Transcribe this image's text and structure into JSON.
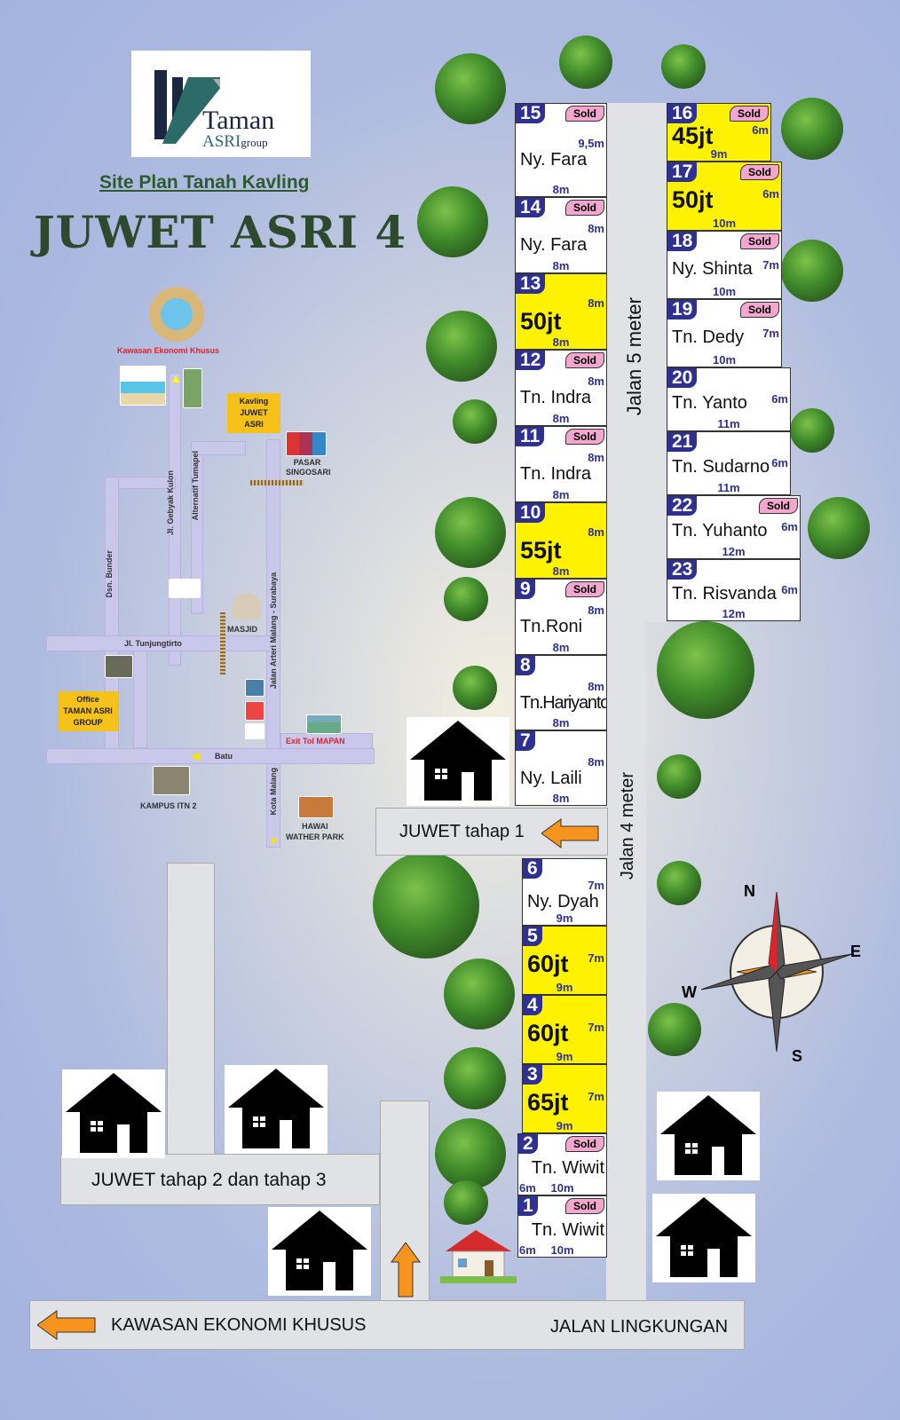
{
  "logo": {
    "line1": "Taman",
    "line2": "ASRI",
    "line3": "group"
  },
  "subtitle": "Site Plan Tanah Kavling",
  "title": "JUWET ASRI 4",
  "minimap": {
    "kek": "Kawasan Ekonomi Khusus",
    "kavling_line1": "Kavling",
    "kavling_line2": "JUWET ASRI",
    "pasar": "PASAR SINGOSARI",
    "gebyak": "Jl. Gebyak Kulon",
    "tumapel": "Alternatif Tumapel",
    "bunder": "Dsn. Bunder",
    "arteri": "Jalan Arteri Malang - Surabaya",
    "masjid": "MASJID",
    "tunjung": "Jl. Tunjungtirto",
    "office_line1": "Office",
    "office_line2": "TAMAN ASRI",
    "office_line3": "GROUP",
    "exit": "Exit Tol MAPAN",
    "batu": "Batu",
    "kampus": "KAMPUS ITN 2",
    "kota": "Kota Malang",
    "hawai_line1": "HAWAI",
    "hawai_line2": "WATHER PARK"
  },
  "roads": {
    "jalan5": "Jalan 5 meter",
    "jalan4": "Jalan 4 meter",
    "tahap1": "JUWET tahap 1",
    "tahap23": "JUWET tahap 2 dan tahap 3",
    "kek": "KAWASAN EKONOMI KHUSUS",
    "lingkungan": "JALAN LINGKUNGAN"
  },
  "compass": {
    "n": "N",
    "e": "E",
    "s": "S",
    "w": "W"
  },
  "sold_label": "Sold",
  "plots": [
    {
      "num": "15",
      "text": "Ny. Fara",
      "sold": true,
      "side": "9,5m",
      "bottom": "8m",
      "available": false
    },
    {
      "num": "14",
      "text": "Ny. Fara",
      "sold": true,
      "side": "8m",
      "bottom": "8m",
      "available": false
    },
    {
      "num": "13",
      "text": "50jt",
      "sold": false,
      "side": "8m",
      "bottom": "8m",
      "available": true
    },
    {
      "num": "12",
      "text": "Tn. Indra",
      "sold": true,
      "side": "8m",
      "bottom": "8m",
      "available": false
    },
    {
      "num": "11",
      "text": "Tn. Indra",
      "sold": true,
      "side": "8m",
      "bottom": "8m",
      "available": false
    },
    {
      "num": "10",
      "text": "55jt",
      "sold": false,
      "side": "8m",
      "bottom": "8m",
      "available": true
    },
    {
      "num": "9",
      "text": "Tn.Roni",
      "sold": true,
      "side": "8m",
      "bottom": "8m",
      "available": false
    },
    {
      "num": "8",
      "text": "Tn.Hariyanto",
      "sold": false,
      "side": "8m",
      "bottom": "8m",
      "available": false
    },
    {
      "num": "7",
      "text": "Ny. Laili",
      "sold": false,
      "side": "8m",
      "bottom": "8m",
      "available": false
    },
    {
      "num": "6",
      "text": "Ny. Dyah",
      "sold": false,
      "side": "7m",
      "bottom": "9m",
      "available": false
    },
    {
      "num": "5",
      "text": "60jt",
      "sold": false,
      "side": "7m",
      "bottom": "9m",
      "available": true
    },
    {
      "num": "4",
      "text": "60jt",
      "sold": false,
      "side": "7m",
      "bottom": "9m",
      "available": true
    },
    {
      "num": "3",
      "text": "65jt",
      "sold": false,
      "side": "7m",
      "bottom": "9m",
      "available": true
    },
    {
      "num": "2",
      "text": "Tn. Wiwit",
      "sold": true,
      "side": "6m",
      "bottom": "10m",
      "available": false
    },
    {
      "num": "1",
      "text": "Tn. Wiwit",
      "sold": true,
      "side": "6m",
      "bottom": "10m",
      "available": false
    },
    {
      "num": "16",
      "text": "45jt",
      "sold": true,
      "side": "6m",
      "bottom": "9m",
      "available": true
    },
    {
      "num": "17",
      "text": "50jt",
      "sold": true,
      "side": "6m",
      "bottom": "10m",
      "available": true
    },
    {
      "num": "18",
      "text": "Ny. Shinta",
      "sold": true,
      "side": "7m",
      "bottom": "10m",
      "available": false
    },
    {
      "num": "19",
      "text": "Tn. Dedy",
      "sold": true,
      "side": "7m",
      "bottom": "10m",
      "available": false
    },
    {
      "num": "20",
      "text": "Tn. Yanto",
      "sold": false,
      "side": "6m",
      "bottom": "11m",
      "available": false
    },
    {
      "num": "21",
      "text": "Tn. Sudarno",
      "sold": false,
      "side": "6m",
      "bottom": "11m",
      "available": false
    },
    {
      "num": "22",
      "text": "Tn. Yuhanto",
      "sold": true,
      "side": "6m",
      "bottom": "12m",
      "available": false
    },
    {
      "num": "23",
      "text": "Tn. Risvanda",
      "sold": false,
      "side": "6m",
      "bottom": "12m",
      "available": false
    }
  ],
  "colors": {
    "available": "#fff200",
    "number_badge": "#2e3192",
    "sold_badge": "#f3a7cf",
    "arrow": "#f7941d"
  }
}
